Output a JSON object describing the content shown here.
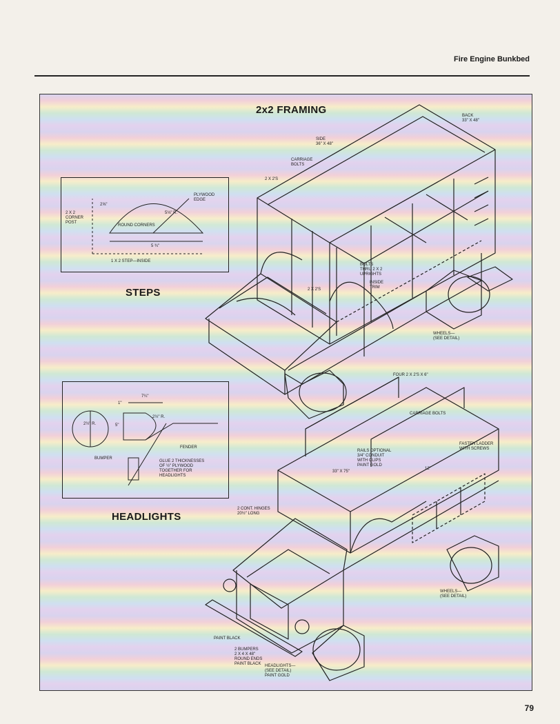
{
  "header": {
    "running_title": "Fire Engine Bunkbed"
  },
  "page_number": "79",
  "sections": {
    "framing_title": "2x2 FRAMING",
    "steps_title": "STEPS",
    "headlights_title": "HEADLIGHTS"
  },
  "steps_detail": {
    "corner_post": "2 x 2\nCORNER\nPOST",
    "plywood_edge": "PLYWOOD\nEDGE",
    "round_corners": "ROUND CORNERS",
    "radius": "5⅛\" R.",
    "height": "2⅝\"",
    "width": "5 ¾\"",
    "step_inside": "1 x 2 STEP—INSIDE"
  },
  "headlights_detail": {
    "dim_top": "7¼\"",
    "dim_small": "1\"",
    "dim_side": "5\"",
    "radius_left": "2½\" R.",
    "radius_right": "2½\" R.",
    "fender": "FENDER",
    "bumper": "BUMPER",
    "glue_note": "GLUE 2 THICKNESSES\nOF ½\" PLYWOOD\nTOGETHER FOR\nHEADLIGHTS"
  },
  "framing_labels": {
    "back": "BACK\n33\" x 48\"",
    "side": "SIDE\n36\" x 48\"",
    "carriage_bolts": "CARRIAGE\nBOLTS",
    "two_by_twos_upper": "2 x 2's",
    "two_by_twos_lower": "2 x 2's",
    "bolts_thru": "BOLTS\nTHRU 2 x 2\nUPRIGHTS",
    "inside_trim": "INSIDE\nTRIM",
    "wheels": "WHEELS—\n(SEE DETAIL)"
  },
  "lower_labels": {
    "four_2x2": "FOUR 2 x 2's x 6\"",
    "carriage_bolts": "CARRIAGE BOLTS",
    "fasten_ladder": "FASTEN LADDER\nWITH SCREWS",
    "rails_optional": "RAILS OPTIONAL\n3/4\" CONDUIT\nWITH CLIPS\nPAINT GOLD",
    "dim_33": "33\" x 75\"",
    "dim_12": "12\"",
    "cont_hinges": "2 CONT. HINGES\n20½\" LONG",
    "wheels": "WHEELS—\n(SEE DETAIL)",
    "paint_black": "PAINT BLACK",
    "bumpers": "2 BUMPERS\n2 x 4 x 48\"\nROUND ENDS\nPAINT BLACK",
    "headlights": "HEADLIGHTS—\n(SEE DETAIL)\nPAINT GOLD"
  }
}
